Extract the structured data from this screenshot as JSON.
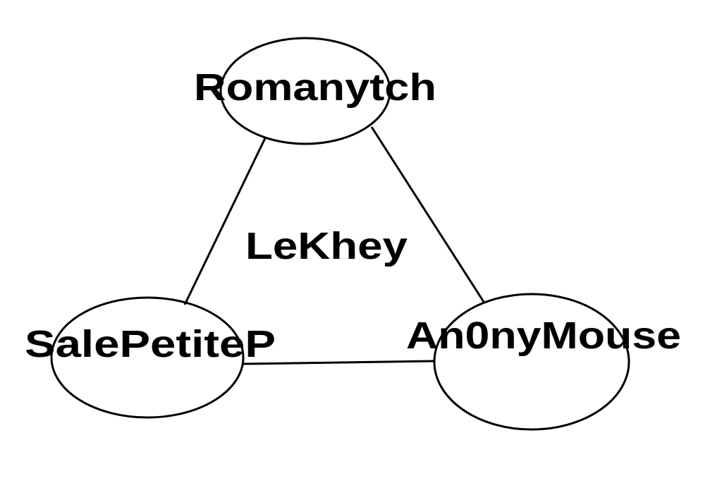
{
  "diagram": {
    "center_label": "LeKhey",
    "nodes": {
      "top": {
        "label": "Romanytch"
      },
      "left": {
        "label": "SalePetiteP"
      },
      "right": {
        "label": "An0nyMouse"
      }
    },
    "colors": {
      "background": "#ffffff",
      "stroke": "#000000",
      "text": "#000000"
    }
  }
}
